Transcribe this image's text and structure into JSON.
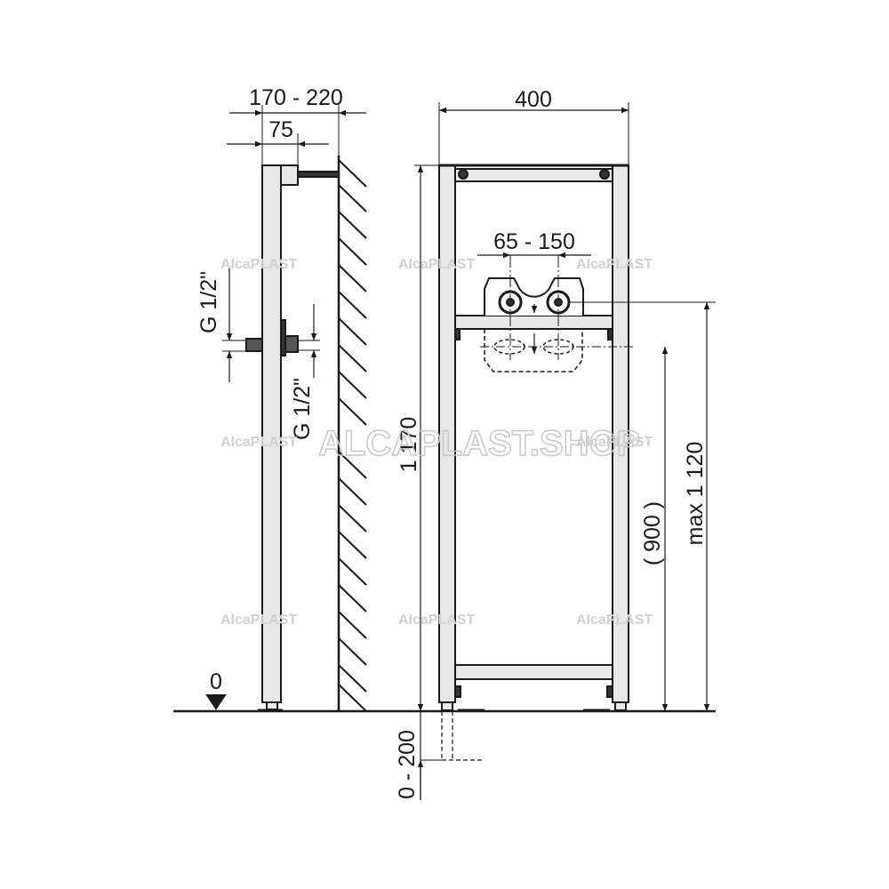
{
  "drawing": {
    "side_view": {
      "dim_depth": "170 - 220",
      "dim_frame_depth": "75",
      "thread_left": "G 1/2\"",
      "thread_right": "G 1/2\"",
      "floor_level": "0"
    },
    "front_view": {
      "dim_width": "400",
      "dim_valve_spacing": "65 - 150",
      "dim_height": "1 170",
      "dim_max_height": "max 1 120",
      "dim_outlet_height": "( 900 )",
      "dim_leg_adjust": "0 - 200"
    },
    "watermark": {
      "main": "ALCAPLAST.SHOP",
      "logo": "AlcaPLAST"
    },
    "colors": {
      "line": "#1a1a1a",
      "frame_fill": "#e8e8e8"
    }
  }
}
